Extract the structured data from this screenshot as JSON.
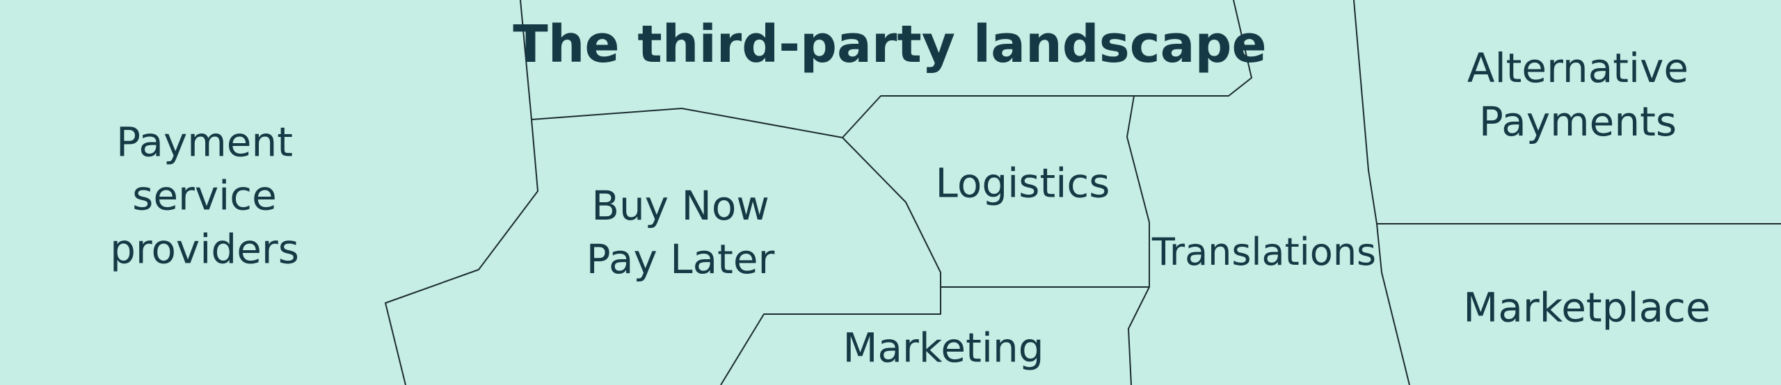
{
  "title": "The third-party landscape",
  "regions": {
    "payment_service_providers": {
      "lines": [
        "Payment",
        "service",
        "providers"
      ]
    },
    "bnpl": {
      "lines": [
        "Buy Now",
        "Pay Later"
      ]
    },
    "logistics": {
      "lines": [
        "Logistics"
      ]
    },
    "marketing": {
      "lines": [
        "Marketing"
      ]
    },
    "translations": {
      "lines": [
        "Translations"
      ]
    },
    "alternative_payments": {
      "lines": [
        "Alternative",
        "Payments"
      ]
    },
    "marketplace": {
      "lines": [
        "Marketplace"
      ]
    }
  },
  "colors": {
    "background": "#c6eee5",
    "text": "#153a45",
    "border": "#1b2b2f"
  }
}
